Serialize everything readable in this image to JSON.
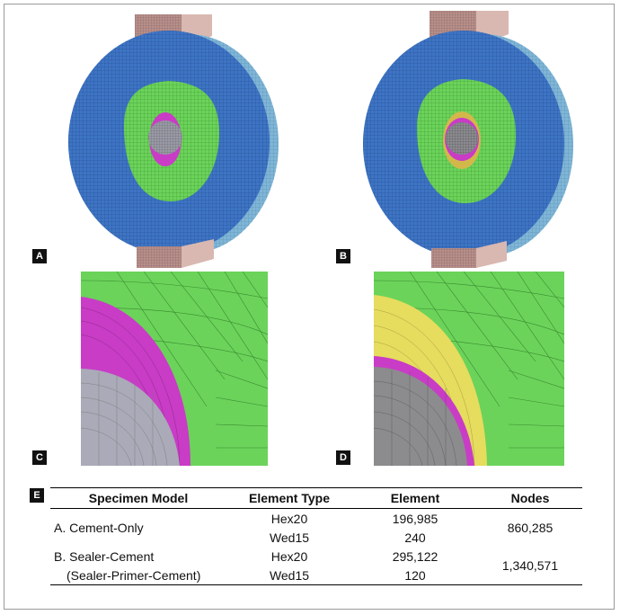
{
  "panels": [
    {
      "id": "A",
      "label": "A"
    },
    {
      "id": "B",
      "label": "B"
    },
    {
      "id": "C",
      "label": "C"
    },
    {
      "id": "D",
      "label": "D"
    },
    {
      "id": "E",
      "label": "E"
    }
  ],
  "colors": {
    "disc": "#3e74c4",
    "disc_edge": "#7fb6d6",
    "cement": "#6bd35a",
    "sealer": "#c93cc6",
    "primer": "#e6dc5e",
    "core": "#9a9aa6",
    "clamp": "#b98f8a"
  },
  "table": {
    "headers": {
      "model": "Specimen Model",
      "type": "Element Type",
      "element": "Element",
      "nodes": "Nodes"
    },
    "rows": [
      {
        "model": "A. Cement-Only",
        "type1": "Hex20",
        "el1": "196,985",
        "type2": "Wed15",
        "el2": "240",
        "nodes": "860,285"
      },
      {
        "model": "B. Sealer-Cement",
        "model_sub": "(Sealer-Primer-Cement)",
        "type1": "Hex20",
        "el1": "295,122",
        "type2": "Wed15",
        "el2": "120",
        "nodes": "1,340,571"
      }
    ]
  }
}
